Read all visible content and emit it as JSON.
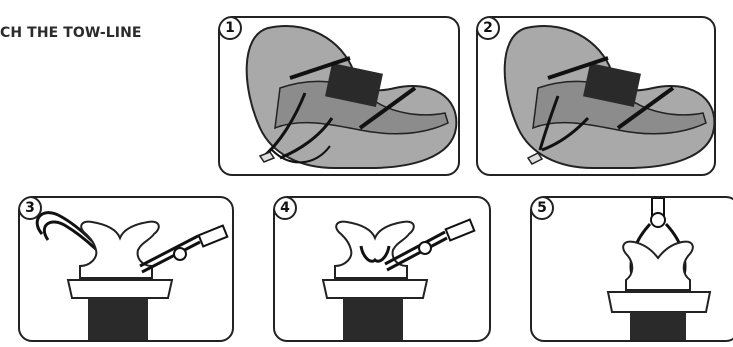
{
  "heading": "CH THE TOW-LINE",
  "steps": [
    {
      "number": "1"
    },
    {
      "number": "2"
    },
    {
      "number": "3"
    },
    {
      "number": "4"
    },
    {
      "number": "5"
    }
  ],
  "colors": {
    "outline": "#222222",
    "tube_fill": "#a9a9a9",
    "floor_fill": "#8c8c8c",
    "patch_fill": "#2a2a2a"
  }
}
